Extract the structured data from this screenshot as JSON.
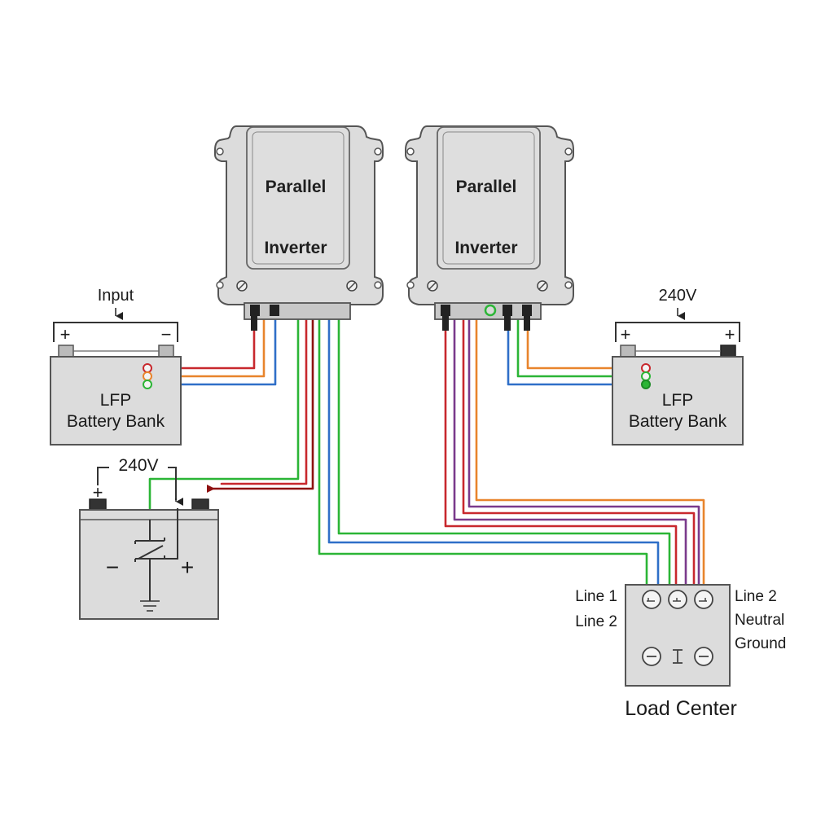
{
  "inverters": [
    {
      "line1": "Parallel",
      "line2": "Inverter"
    },
    {
      "line1": "Parallel",
      "line2": "Inverter"
    }
  ],
  "battery_left": {
    "top_label": "Input",
    "plus": "+",
    "minus": "−",
    "line1": "LFP",
    "line2": "Battery Bank"
  },
  "battery_right": {
    "top_label": "240V",
    "plus_left": "+",
    "plus_right": "+",
    "line1": "LFP",
    "line2": "Battery Bank"
  },
  "source_240v": {
    "label": "240V",
    "plus": "+",
    "minus_inner": "−",
    "plus_inner": "+"
  },
  "load_center": {
    "title": "Load Center",
    "left_labels": [
      "Line 1",
      "Line 2"
    ],
    "right_labels": [
      "Line 2",
      "Neutral",
      "Ground"
    ]
  },
  "colors": {
    "red": "#c8282d",
    "orange": "#e8842c",
    "green": "#2bb536",
    "blue": "#2f6fc8",
    "purple": "#7a3a8c",
    "darkred": "#8e1111",
    "casing": "#d8d8d8",
    "outline": "#555555"
  }
}
